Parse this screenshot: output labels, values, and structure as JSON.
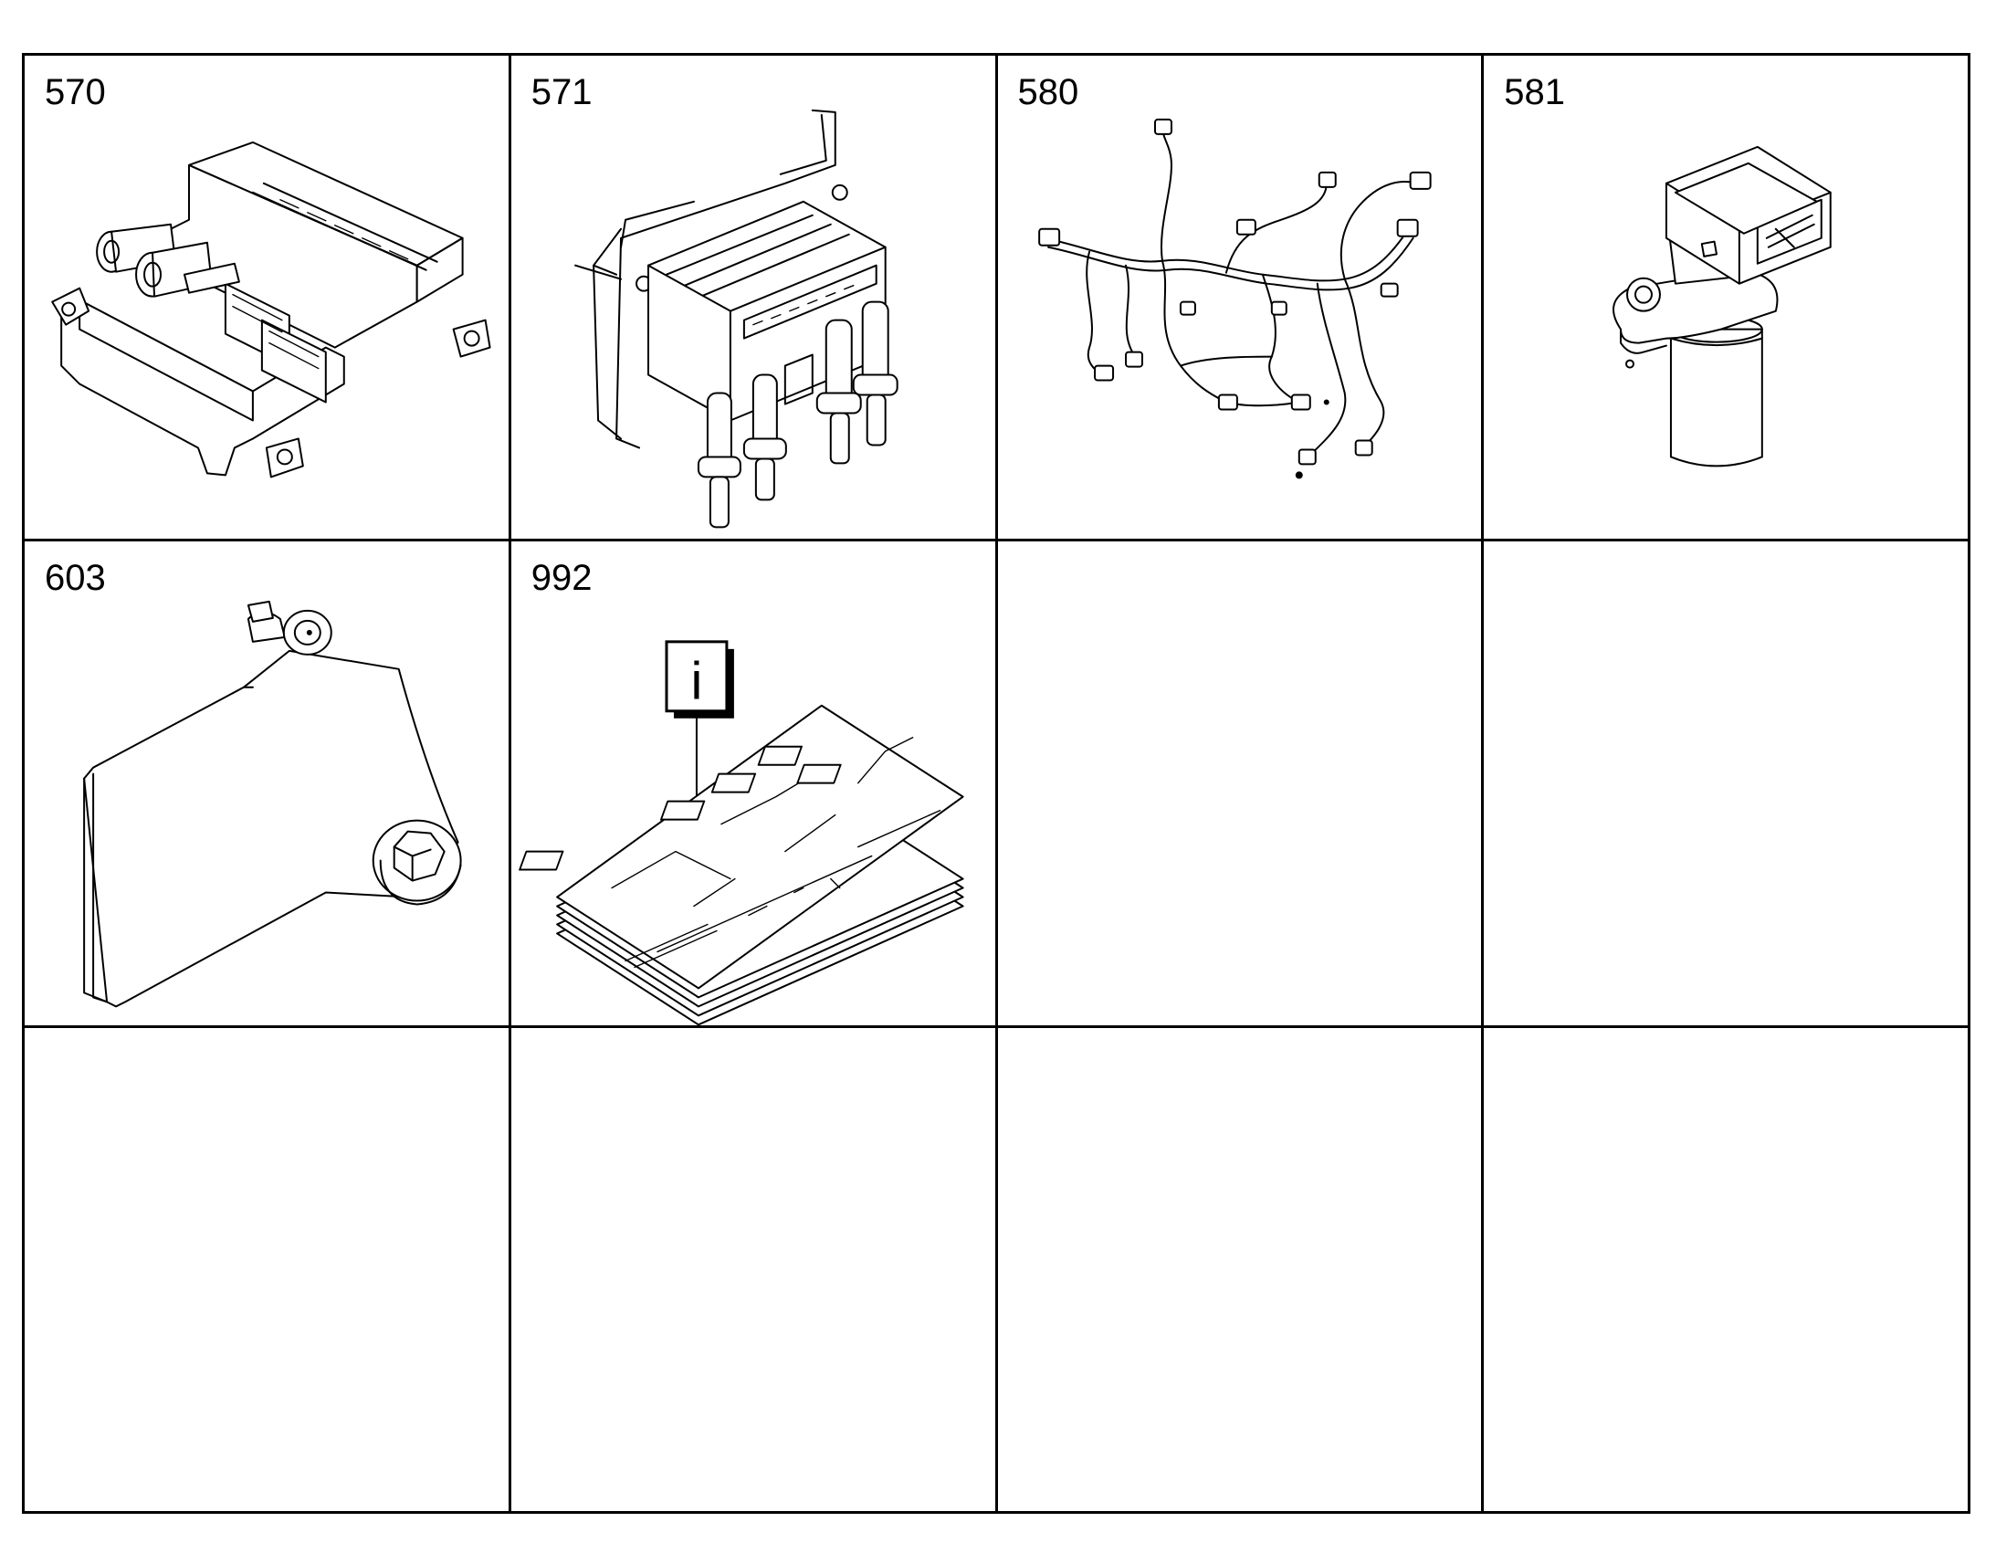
{
  "cells": [
    {
      "number": "570",
      "icon": "control-unit-icon"
    },
    {
      "number": "571",
      "icon": "control-unit-bracket-icon"
    },
    {
      "number": "580",
      "icon": "wiring-harness-icon"
    },
    {
      "number": "581",
      "icon": "speed-sensor-icon"
    },
    {
      "number": "603",
      "icon": "bracket-plate-icon"
    },
    {
      "number": "992",
      "icon": "documentation-icon",
      "info_label": "i"
    },
    {
      "number": "",
      "icon": ""
    },
    {
      "number": "",
      "icon": ""
    },
    {
      "number": "",
      "icon": ""
    },
    {
      "number": "",
      "icon": ""
    },
    {
      "number": "",
      "icon": ""
    },
    {
      "number": "",
      "icon": ""
    }
  ]
}
